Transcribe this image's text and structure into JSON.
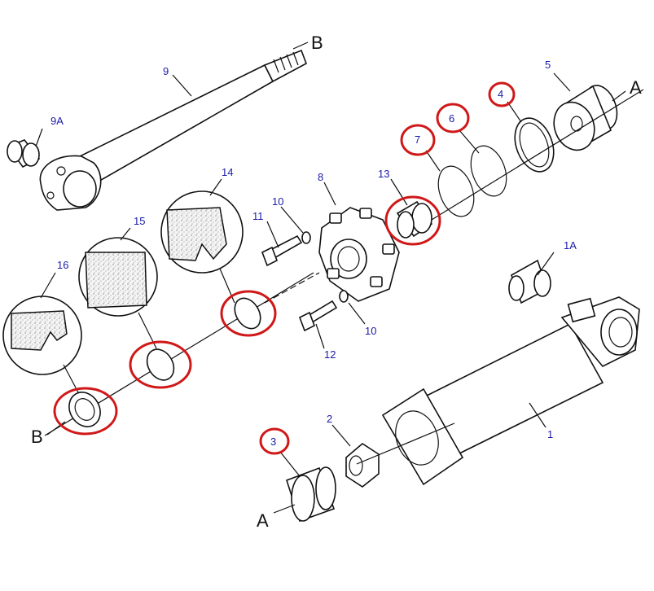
{
  "labels": {
    "p1": "1",
    "p1a": "1A",
    "p2": "2",
    "p3": "3",
    "p4": "4",
    "p5": "5",
    "p6": "6",
    "p7": "7",
    "p8": "8",
    "p9": "9",
    "p9a": "9A",
    "p10a": "10",
    "p10b": "10",
    "p11": "11",
    "p12": "12",
    "p13": "13",
    "p14": "14",
    "p15": "15",
    "p16": "16"
  },
  "letters": {
    "a_top": "A",
    "a_bottom": "A",
    "b_top": "B",
    "b_bottom": "B"
  },
  "colors": {
    "highlight": "#d01818",
    "label": "#1a1aa8",
    "line": "#111111"
  }
}
